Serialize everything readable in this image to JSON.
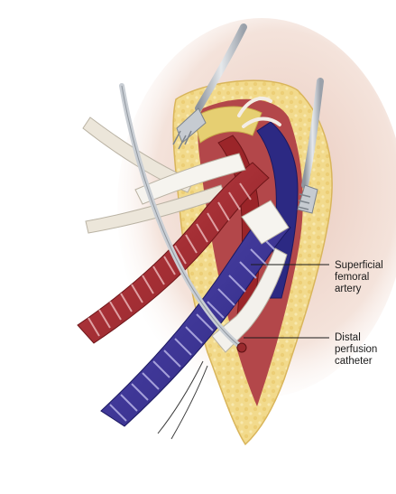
{
  "labels": {
    "superficial_femoral_artery": [
      "Superficial",
      "femoral",
      "artery"
    ],
    "distal_perfusion_catheter": [
      "Distal",
      "perfusion",
      "catheter"
    ]
  },
  "colors": {
    "skin": "#f1ded5",
    "fat": "#f1d989",
    "artery": "#9f2a2c",
    "vein": "#2d2a86",
    "arterial_cannula": "#b3393e",
    "venous_cannula": "#443c98",
    "catheter": "#d2d6db",
    "retractor": "#b8bec6"
  }
}
